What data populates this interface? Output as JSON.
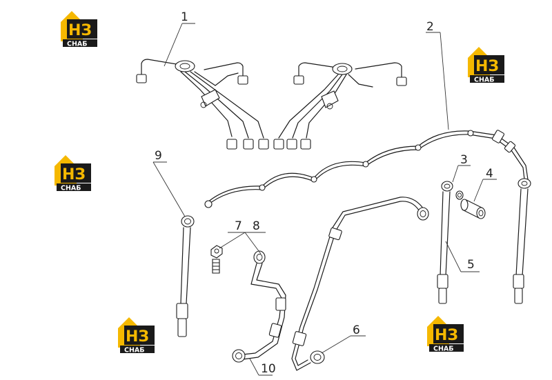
{
  "logo": {
    "big_text": "НЗ",
    "small_text": "СНАБ",
    "color_yellow": "#f5b800",
    "color_dark": "#1a1a1a"
  },
  "callouts": [
    "1",
    "2",
    "3",
    "4",
    "5",
    "6",
    "7",
    "8",
    "9",
    "10"
  ]
}
